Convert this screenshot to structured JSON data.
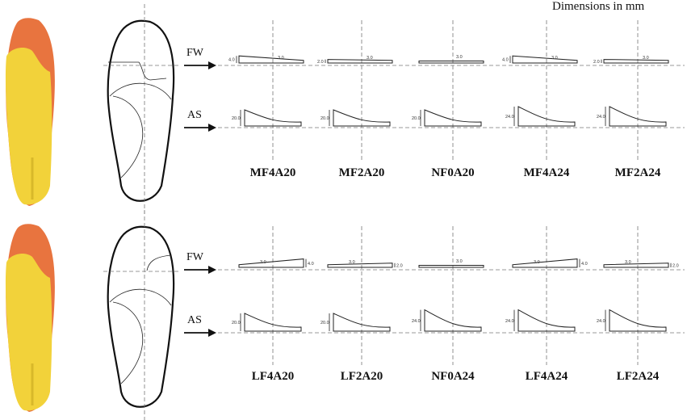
{
  "units_note": "Dimensions in mm",
  "view_labels": {
    "fw": "FW",
    "as": "AS"
  },
  "groups": [
    {
      "fw_type": "medial",
      "designs": [
        {
          "code": "MF4A20",
          "fw_dims": [
            "4.0",
            "3.0"
          ],
          "as_dim": "20.0"
        },
        {
          "code": "MF2A20",
          "fw_dims": [
            "2.0",
            "3.0"
          ],
          "as_dim": "20.0"
        },
        {
          "code": "NF0A20",
          "fw_dims": [
            "3.0"
          ],
          "as_dim": "20.0"
        },
        {
          "code": "MF4A24",
          "fw_dims": [
            "4.0",
            "3.0"
          ],
          "as_dim": "24.0"
        },
        {
          "code": "MF2A24",
          "fw_dims": [
            "2.0",
            "3.0"
          ],
          "as_dim": "24.0"
        }
      ]
    },
    {
      "fw_type": "lateral",
      "designs": [
        {
          "code": "LF4A20",
          "fw_dims": [
            "3.0",
            "4.0"
          ],
          "as_dim": "20.0"
        },
        {
          "code": "LF2A20",
          "fw_dims": [
            "3.0",
            "2.0"
          ],
          "as_dim": "20.0"
        },
        {
          "code": "NF0A24",
          "fw_dims": [
            "3.0"
          ],
          "as_dim": "24.0"
        },
        {
          "code": "LF4A24",
          "fw_dims": [
            "3.0",
            "4.0"
          ],
          "as_dim": "24.0"
        },
        {
          "code": "LF2A24",
          "fw_dims": [
            "3.0",
            "2.0"
          ],
          "as_dim": "24.0"
        }
      ]
    }
  ],
  "colors": {
    "insole_shell": "#e8743f",
    "insole_mesh": "#f2d23a",
    "arrow": "#111111"
  }
}
